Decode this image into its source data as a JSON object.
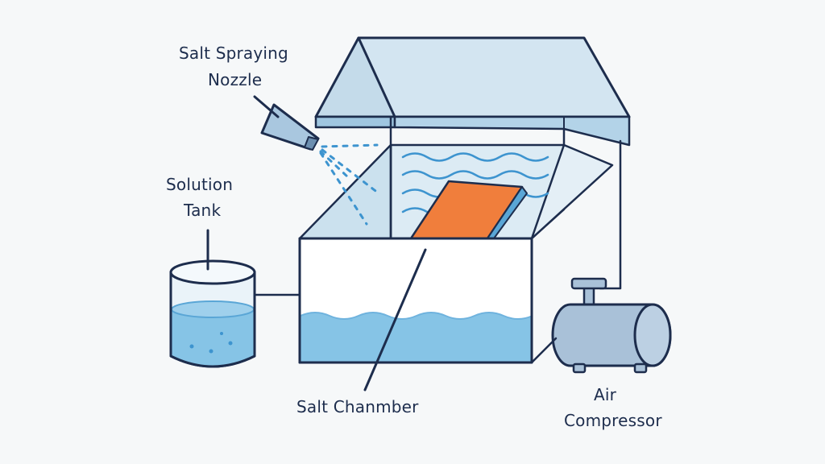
{
  "labels": {
    "nozzle": [
      "Salt Spraying",
      "Nozzle"
    ],
    "tank": [
      "Solution",
      "Tank"
    ],
    "chamber": [
      "Salt Chanmber"
    ],
    "compressor": [
      "Air",
      "Compressor"
    ]
  },
  "colors": {
    "background": "#f6f8f9",
    "outline": "#1d2d4d",
    "water": "#86c4e6",
    "lid": "#c4dbea",
    "specimen": "#f07e3c",
    "compressor": "#a9c1d8",
    "wave": "#3d94cf"
  }
}
